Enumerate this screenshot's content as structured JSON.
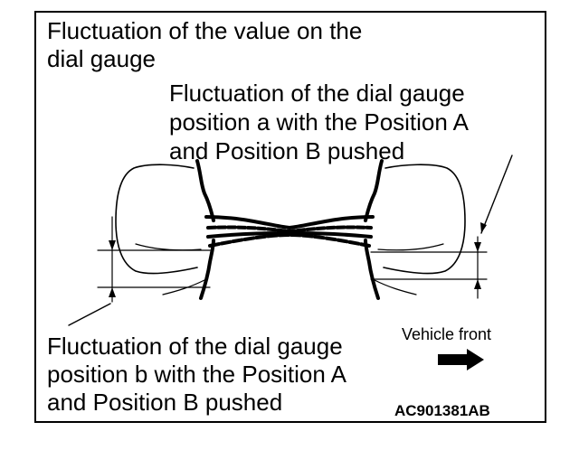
{
  "heading": {
    "line1": "Fluctuation of the value on the",
    "line2": "dial gauge"
  },
  "label_a": {
    "line1": "Fluctuation of the dial gauge",
    "line2": "position a with the Position A",
    "line3": "and Position B pushed"
  },
  "label_b": {
    "line1": "Fluctuation of the dial gauge",
    "line2": "position b with the Position A",
    "line3": "and Position B pushed"
  },
  "direction": {
    "label": "Vehicle front",
    "icon": "right-arrow-icon"
  },
  "figure_code": "AC901381AB"
}
